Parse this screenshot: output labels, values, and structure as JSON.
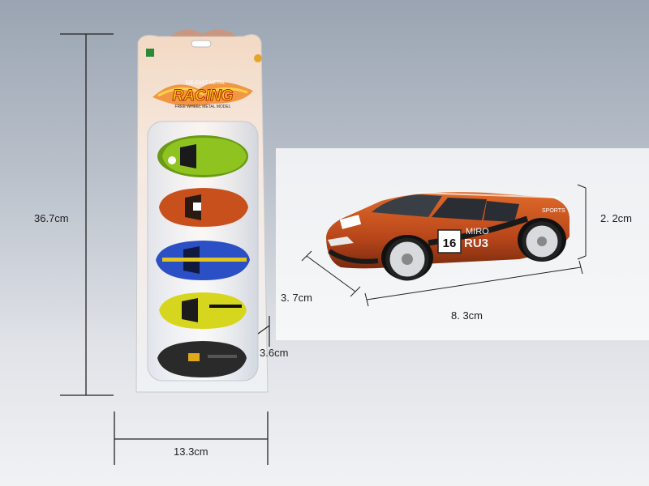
{
  "package": {
    "brand_line": "DIE-CAST METAL",
    "title": "RACING",
    "tagline": "FREE WHEEL METAL MODEL",
    "cars": [
      "green",
      "orange",
      "blue",
      "yellow",
      "black"
    ]
  },
  "dimensions": {
    "package_height": "36.7cm",
    "package_width": "13.3cm",
    "package_depth": "3.6cm",
    "car_width": "3. 7cm",
    "car_length": "8. 3cm",
    "car_height": "2. 2cm"
  },
  "car_decal": {
    "number": "16",
    "text_a": "MIRO",
    "text_b": "RU3",
    "text_c": "SPORTS"
  },
  "colors": {
    "green_car": "#8fc31f",
    "orange_car": "#c8501c",
    "blue_car": "#2b4fc4",
    "yellow_car": "#d6d61e",
    "black_car": "#2a2a2a"
  }
}
